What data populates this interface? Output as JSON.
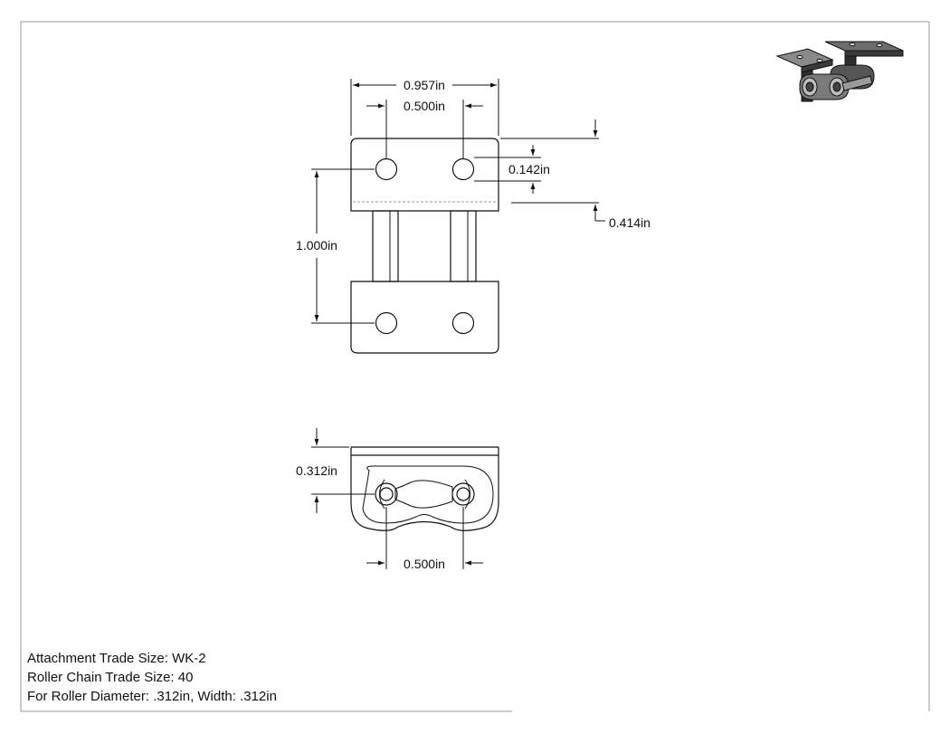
{
  "dimensions": {
    "overall_width": "0.957in",
    "hole_spacing_top": "0.500in",
    "hole_offset": "0.142in",
    "flange_depth": "0.414in",
    "pitch_vertical": "1.000in",
    "side_height": "0.312in",
    "hole_spacing_side": "0.500in"
  },
  "notes": [
    "Attachment Trade Size: WK-2",
    "Roller Chain Trade Size: 40",
    "For Roller Diameter: .312in, Width: .312in"
  ],
  "colors": {
    "line": "#111111",
    "part_shading": "#333333",
    "border": "#9a9a9a"
  }
}
